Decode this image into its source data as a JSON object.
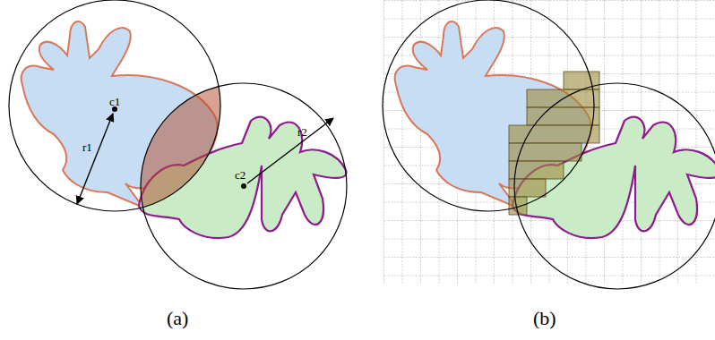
{
  "diagram": {
    "labels": [
      "c1",
      "r1",
      "c2",
      "r2",
      "(a)",
      "(b)"
    ]
  }
}
